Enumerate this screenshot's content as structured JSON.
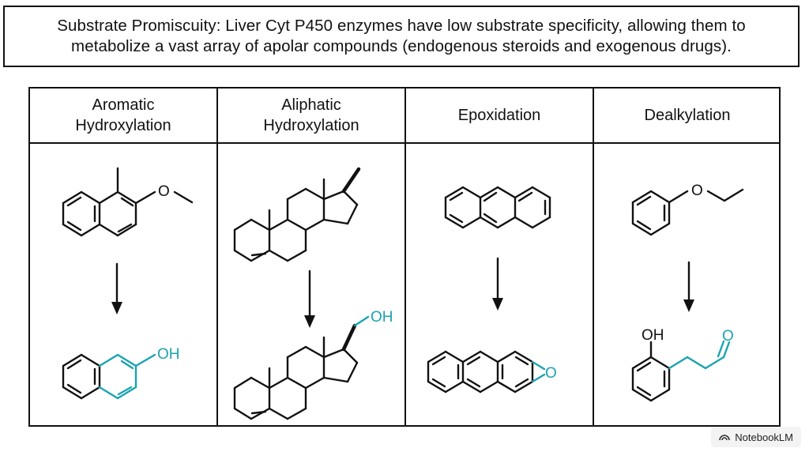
{
  "header_box": {
    "text": "Substrate Promiscuity: Liver Cyt P450 enzymes have low substrate specificity, allowing them to\nmetabolize a vast array of apolar compounds (endogenous steroids and exogenous drugs)."
  },
  "columns": [
    {
      "title": "Aromatic\nHydroxylation"
    },
    {
      "title": "Aliphatic\nHydroxylation"
    },
    {
      "title": "Epoxidation"
    },
    {
      "title": "Dealkylation"
    }
  ],
  "atom_labels": {
    "aromatic_substrate_o": "O",
    "aromatic_product_oh": "OH",
    "aliphatic_product_oh": "OH",
    "epoxide_o": "O",
    "dealkyl_substrate_o": "O",
    "dealkyl_product_oh": "OH",
    "dealkyl_product_o": "O"
  },
  "colors": {
    "highlight": "#1aa3b0",
    "ink": "#111111",
    "border": "#111111"
  },
  "badge": {
    "icon": "notebooklm-icon",
    "label": "NotebookLM"
  }
}
